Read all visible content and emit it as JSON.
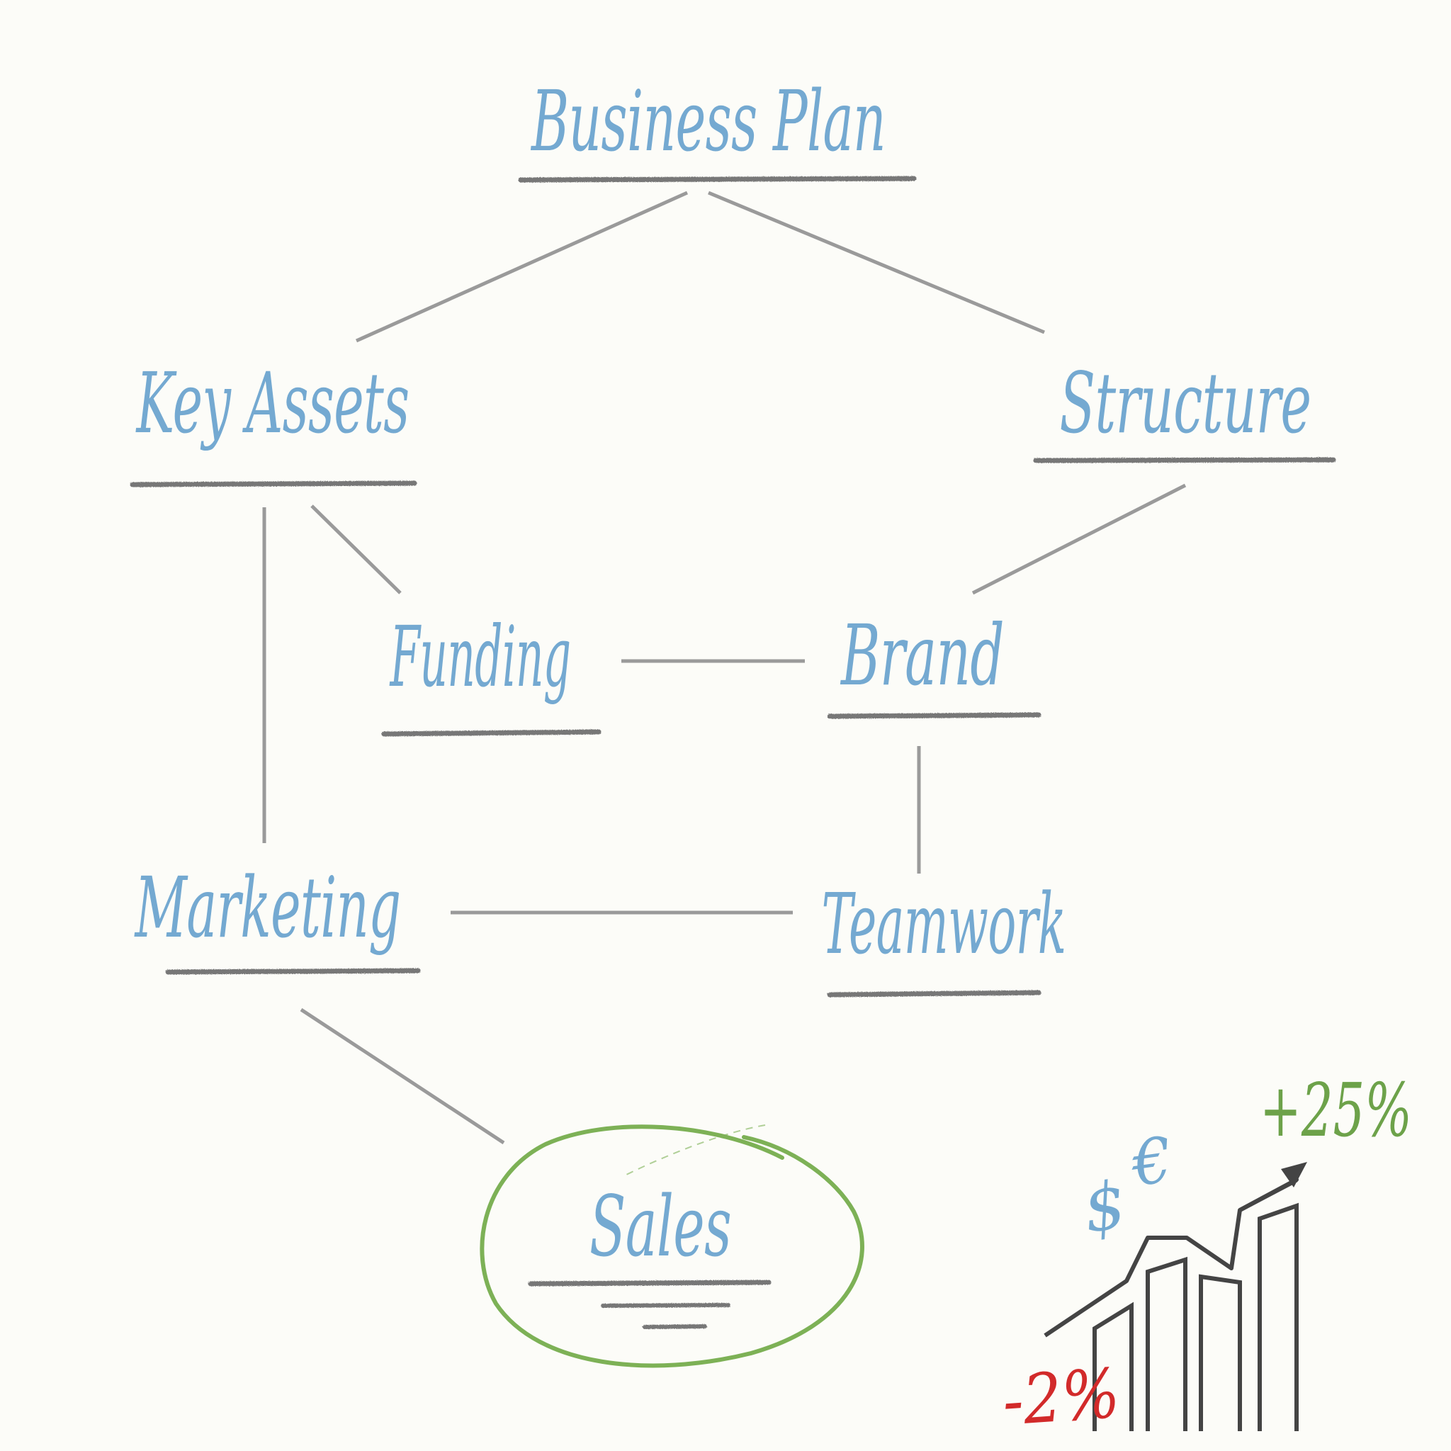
{
  "colors": {
    "label": "#74a9d1",
    "connector": "#9a9a9a",
    "underline": "#777777",
    "highlight_ring": "#7db156",
    "chart_ink": "#444444",
    "negative": "#d22a2a",
    "positive": "#6da24a"
  },
  "nodes": [
    {
      "id": "business-plan",
      "label": "Business Plan"
    },
    {
      "id": "key-assets",
      "label": "Key Assets"
    },
    {
      "id": "structure",
      "label": "Structure"
    },
    {
      "id": "funding",
      "label": "Funding"
    },
    {
      "id": "brand",
      "label": "Brand"
    },
    {
      "id": "marketing",
      "label": "Marketing"
    },
    {
      "id": "teamwork",
      "label": "Teamwork"
    },
    {
      "id": "sales",
      "label": "Sales",
      "highlighted": true
    }
  ],
  "edges": [
    [
      "business-plan",
      "key-assets"
    ],
    [
      "business-plan",
      "structure"
    ],
    [
      "key-assets",
      "funding"
    ],
    [
      "key-assets",
      "marketing"
    ],
    [
      "structure",
      "brand"
    ],
    [
      "funding",
      "brand"
    ],
    [
      "brand",
      "teamwork"
    ],
    [
      "marketing",
      "teamwork"
    ],
    [
      "marketing",
      "sales"
    ]
  ],
  "growth_sketch": {
    "icons": [
      "dollar-icon",
      "euro-icon",
      "trend-arrow-icon",
      "bar-chart-icon"
    ],
    "currency": {
      "dollar": "$",
      "euro": "€"
    },
    "low_label": "-2%",
    "high_label": "+25%"
  }
}
